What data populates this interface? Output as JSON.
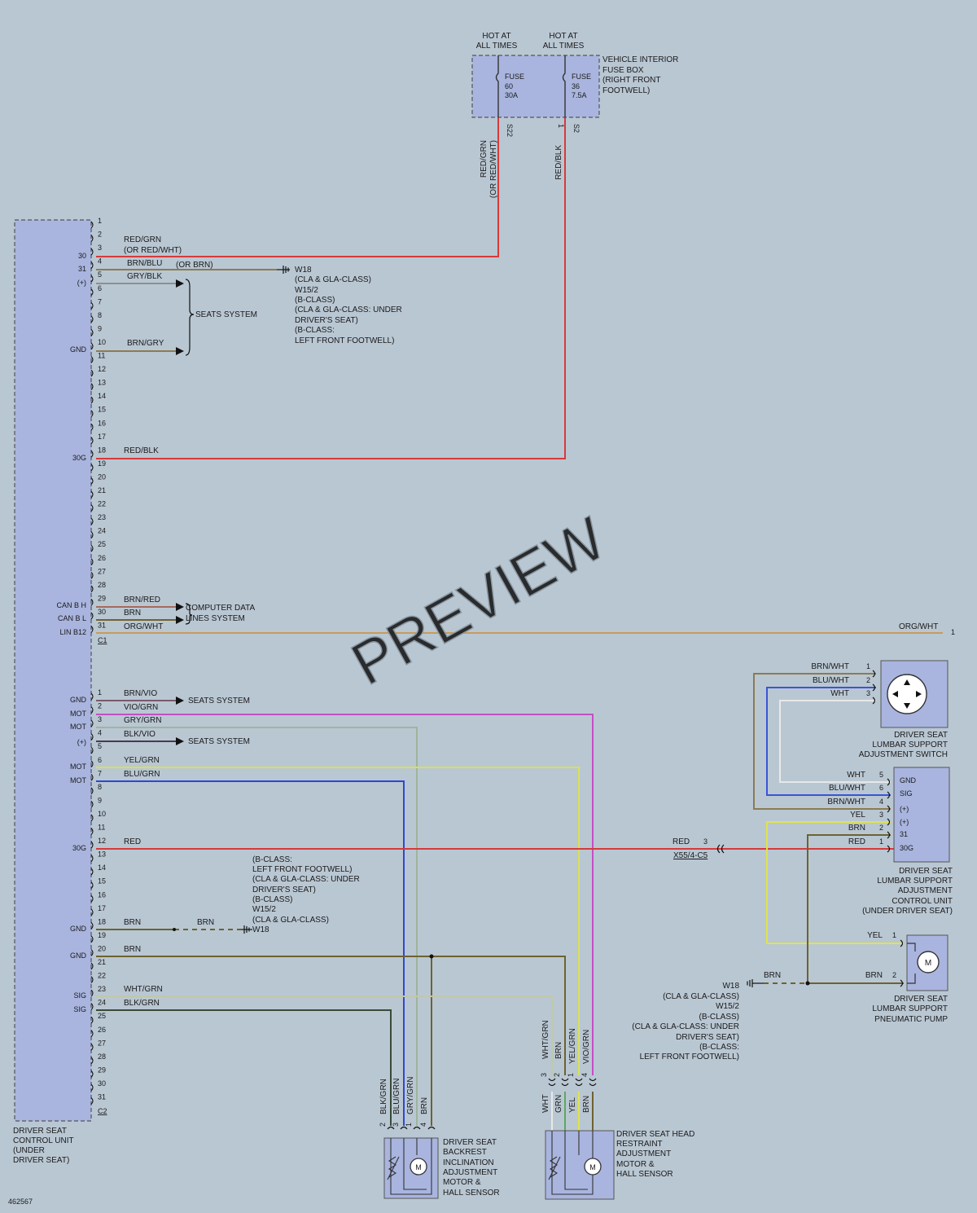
{
  "colors": {
    "background": "#b9c7d3",
    "component_fill": "#a9b5df",
    "red": "#d63a3a",
    "brown": "#6e6230",
    "gray": "#8f8f8f",
    "violet": "#c44fc4",
    "yellow": "#e1e34a",
    "blue": "#2f46d6",
    "green": "#6b9b5e",
    "orange": "#c99a5a",
    "white_wire": "#e8e8e8"
  },
  "watermark": "PREVIEW",
  "diagram_id": "462567",
  "fuse_box": {
    "hot_left": [
      "HOT AT",
      "ALL TIMES"
    ],
    "hot_right": [
      "HOT AT",
      "ALL TIMES"
    ],
    "fuse_left": [
      "FUSE",
      "60",
      "30A"
    ],
    "fuse_right": [
      "FUSE",
      "36",
      "7.5A"
    ],
    "label": [
      "VEHICLE INTERIOR",
      "FUSE BOX",
      "(RIGHT FRONT",
      "FOOTWELL)"
    ],
    "conn_left": "S22",
    "conn_right": "S2",
    "pin_left": "",
    "pin_right": "1",
    "wire_left": [
      "RED/GRN",
      "(OR RED/WHT)"
    ],
    "wire_right": "RED/BLK"
  },
  "control_unit": {
    "label": [
      "DRIVER SEAT",
      "CONTROL UNIT",
      "(UNDER",
      "DRIVER SEAT)"
    ],
    "c1_name": "C1",
    "c2_name": "C2",
    "c1_pins": [
      "1",
      "2",
      "3",
      "4",
      "5",
      "6",
      "7",
      "8",
      "9",
      "10",
      "11",
      "12",
      "13",
      "14",
      "15",
      "16",
      "17",
      "18",
      "19",
      "20",
      "21",
      "22",
      "23",
      "24",
      "25",
      "26",
      "27",
      "28",
      "29",
      "30",
      "31"
    ],
    "c2_pins": [
      "1",
      "2",
      "3",
      "4",
      "5",
      "6",
      "7",
      "8",
      "9",
      "10",
      "11",
      "12",
      "13",
      "14",
      "15",
      "16",
      "17",
      "18",
      "19",
      "20",
      "21",
      "22",
      "23",
      "24",
      "25",
      "26",
      "27",
      "28",
      "29",
      "30",
      "31"
    ],
    "c1_func": [
      "30",
      "31",
      "(+)",
      "GND",
      "30G",
      "CAN B H",
      "CAN B L",
      "LIN B12"
    ],
    "c2_func": [
      "GND",
      "MOT",
      "MOT",
      "(+)",
      "MOT",
      "MOT",
      "30G",
      "GND",
      "GND",
      "SIG",
      "SIG"
    ]
  },
  "c1_wires": {
    "p3": [
      "RED/GRN",
      "(OR RED/WHT)"
    ],
    "p4": "BRN/BLU",
    "p4_alt": "(OR BRN)",
    "p5": "GRY/BLK",
    "p10": "BRN/GRY",
    "p18": "RED/BLK",
    "p29": "BRN/RED",
    "p30": "BRN",
    "p31": "ORG/WHT"
  },
  "seats_system": "SEATS SYSTEM",
  "computer_data": [
    "COMPUTER DATA",
    "LINES SYSTEM"
  ],
  "ground_note_top": [
    "W18",
    "(CLA & GLA-CLASS)",
    "W15/2",
    "(B-CLASS)",
    "(CLA & GLA-CLASS: UNDER",
    "DRIVER'S SEAT)",
    "(B-CLASS:",
    "LEFT FRONT FOOTWELL)"
  ],
  "org_wht_right": "ORG/WHT",
  "org_wht_pin": "1",
  "c2_wires": {
    "p1": "BRN/VIO",
    "p2": "VIO/GRN",
    "p3": "GRY/GRN",
    "p4": "BLK/VIO",
    "p6": "YEL/GRN",
    "p7": "BLU/GRN",
    "p12": "RED",
    "p18": "BRN",
    "p18_b": "BRN",
    "p20": "BRN",
    "p23": "WHT/GRN",
    "p24": "BLK/GRN"
  },
  "ground_note_mid": [
    "(B-CLASS:",
    "LEFT FRONT FOOTWELL)",
    "(CLA & GLA-CLASS: UNDER",
    "DRIVER'S SEAT)",
    "(B-CLASS)",
    "W15/2",
    "(CLA & GLA-CLASS)",
    "W18"
  ],
  "red_junction": {
    "wire": "RED",
    "pin": "3",
    "connector": "X55/4-C5"
  },
  "lumbar_switch": {
    "label": [
      "DRIVER SEAT",
      "LUMBAR SUPPORT",
      "ADJUSTMENT SWITCH"
    ],
    "pins": [
      "1",
      "2",
      "3"
    ],
    "wires": [
      "BRN/WHT",
      "BLU/WHT",
      "WHT"
    ]
  },
  "lumbar_cu": {
    "label": [
      "DRIVER SEAT",
      "LUMBAR SUPPORT",
      "ADJUSTMENT",
      "CONTROL UNIT",
      "(UNDER DRIVER SEAT)"
    ],
    "pins": [
      "5",
      "6",
      "4",
      "3",
      "2",
      "1"
    ],
    "wires": [
      "WHT",
      "BLU/WHT",
      "BRN/WHT",
      "YEL",
      "BRN",
      "RED"
    ],
    "funcs": [
      "GND",
      "SIG",
      "(+)",
      "(+)",
      "31",
      "30G"
    ]
  },
  "pump": {
    "label": [
      "DRIVER SEAT",
      "LUMBAR SUPPORT",
      "PNEUMATIC PUMP"
    ],
    "pins": [
      "1",
      "2"
    ],
    "wires": [
      "YEL",
      "BRN"
    ],
    "ground_wire": "BRN",
    "ground_note": [
      "W18",
      "(CLA & GLA-CLASS)",
      "W15/2",
      "(B-CLASS)",
      "(CLA & GLA-CLASS: UNDER",
      "DRIVER'S SEAT)",
      "(B-CLASS:",
      "LEFT FRONT FOOTWELL)"
    ]
  },
  "backrest_motor": {
    "label": [
      "DRIVER SEAT",
      "BACKREST",
      "INCLINATION",
      "ADJUSTMENT",
      "MOTOR &",
      "HALL SENSOR"
    ],
    "pins": [
      "2",
      "3",
      "1",
      "4"
    ],
    "wires": [
      "BLK/GRN",
      "BLU/GRN",
      "GRY/GRN",
      "BRN"
    ]
  },
  "headrest_motor": {
    "label": [
      "DRIVER SEAT HEAD",
      "RESTRAINT",
      "ADJUSTMENT",
      "MOTOR &",
      "HALL SENSOR"
    ],
    "pins": [
      "3",
      "2",
      "1",
      "4"
    ],
    "wires_top": [
      "WHT/GRN",
      "BRN",
      "YEL/GRN",
      "VIO/GRN"
    ],
    "wires_bot": [
      "WHT",
      "GRN",
      "YEL",
      "BRN"
    ]
  },
  "motor_symbol": "M"
}
